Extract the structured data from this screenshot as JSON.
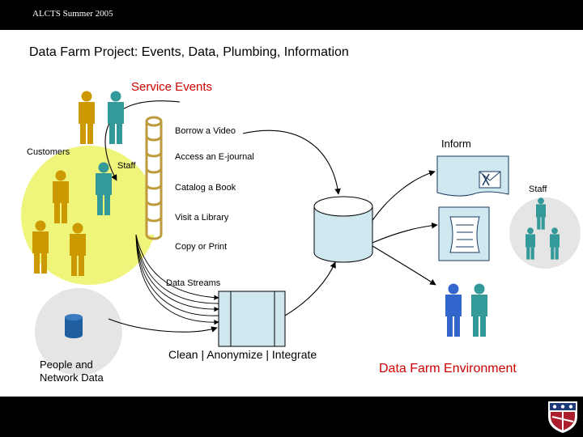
{
  "header": {
    "text": "ALCTS Summer 2005"
  },
  "slide": {
    "title": "Data Farm Project: Events, Data, Plumbing, Information"
  },
  "labels": {
    "service_events": "Service Events",
    "customers": "Customers",
    "staff_left": "Staff",
    "inform": "Inform",
    "staff_right": "Staff",
    "data_streams": "Data Streams",
    "people_network": "People and\nNetwork Data",
    "clean": "Clean | Anonymize | Integrate",
    "environment": "Data Farm Environment"
  },
  "events": [
    "Borrow a Video",
    "Access an E-journal",
    "Catalog a Book",
    "Visit a Library",
    "Copy or Print"
  ],
  "colors": {
    "accent_red": "#cc0000",
    "customer_gold": "#cc9900",
    "staff_teal": "#339999",
    "staff_blue": "#3366cc",
    "lime_oval": "#eef57a",
    "repo_fill": "#cfe8ef",
    "cylinder_gold": "#bd9a3c"
  },
  "icons": {
    "logo": "university-shield-icon",
    "mail": "mail-envelope-icon",
    "document": "scroll-document-icon",
    "person": "person-icon",
    "database": "database-cylinder-icon"
  }
}
